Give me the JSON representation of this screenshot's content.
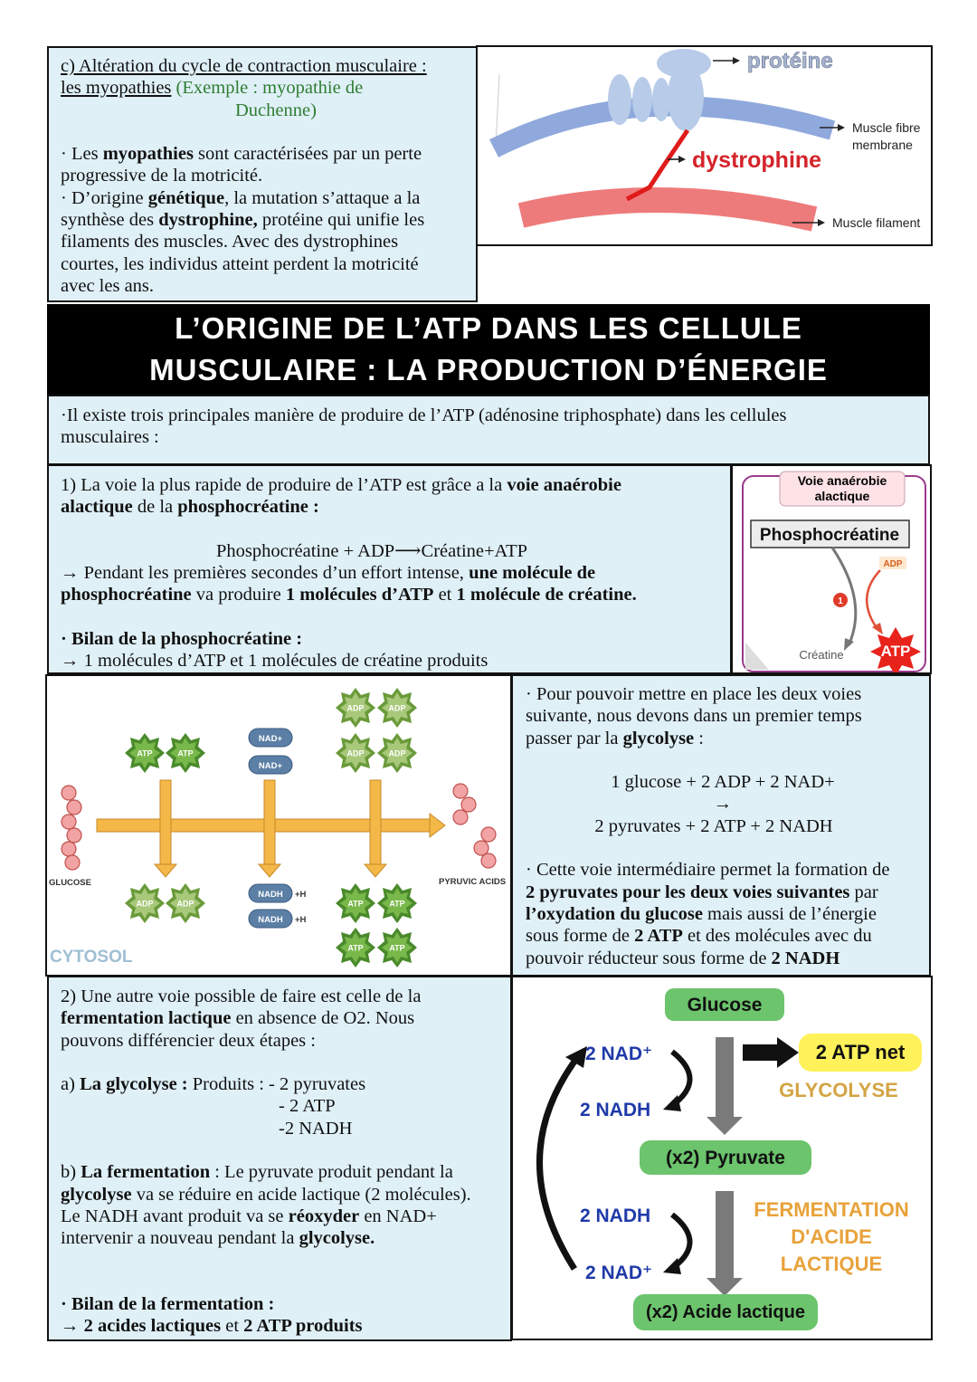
{
  "section_c": {
    "title": "c) Altération du cycle de contraction musculaire :",
    "title2": "les myopathies",
    "example": "(Exemple : myopathie de",
    "example2": "Duchenne)",
    "b1_pre": "· Les ",
    "b1_bold": "myopathies",
    "b1_post": " sont caractérisées par un perte",
    "b1_line2": "progressive de la motricité.",
    "b2_pre": "· D’origine ",
    "b2_bold": "génétique",
    "b2_post": ", la mutation s’attaque a la",
    "b2_l2_pre": "synthèse des ",
    "b2_l2_bold": "dystrophine,",
    "b2_l2_post": " protéine qui unifie les",
    "b2_l3": "filaments des muscles. Avec des dystrophines",
    "b2_l4": "courtes, les individus atteint perdent la motricité",
    "b2_l5": "avec les ans."
  },
  "diagram_membrane": {
    "protein_label": "protéine",
    "dystrophin_label": "dystrophine",
    "membrane_label_1": "Muscle fibre",
    "membrane_label_2": "membrane",
    "filament_label": "Muscle filament"
  },
  "banner": {
    "line1": "L’ORIGINE DE L’ATP DANS LES CELLULE",
    "line2": "MUSCULAIRE : LA PRODUCTION D’ÉNERGIE"
  },
  "intro": {
    "line1": "·Il existe trois principales manière de produire de l’ATP (adénosine triphosphate) dans les cellules",
    "line2": "musculaires :"
  },
  "section1": {
    "l1_pre": "1) La voie la plus rapide de produire de l’ATP est grâce a la ",
    "l1_bold": "voie anaérobie",
    "l2_bold": "alactique",
    "l2_mid": " de la ",
    "l2_bold2": "phosphocréatine :",
    "equation": "Phosphocréatine + ADP⟶Créatine+ATP",
    "l4_pre": "→ Pendant les premières secondes d’un effort intense, ",
    "l4_bold": "une molécule de",
    "l5_bold": "phosphocréatine",
    "l5_mid": " va produire ",
    "l5_bold2": "1 molécules d’ATP",
    "l5_mid2": " et ",
    "l5_bold3": "1 molécule de créatine.",
    "bilan_title": "· Bilan de la phosphocréatine :",
    "bilan_text": "→ 1 molécules d’ATP et 1 molécules de créatine produits"
  },
  "diagram_pcr": {
    "title1": "Voie anaérobie",
    "title2": "alactique",
    "phospho": "Phosphocréatine",
    "adp": "ADP",
    "step": "1",
    "creatine": "Créatine",
    "atp": "ATP"
  },
  "diagram_glycolysis": {
    "atp": "ATP",
    "adp": "ADP",
    "nad": "NAD+",
    "nadh": "NADH",
    "h": "+H",
    "glucose": "GLUCOSE",
    "pyruvic": "PYRUVIC ACIDS",
    "cytosol": "CYTOSOL"
  },
  "glycolysis_text": {
    "l1": "· Pour pouvoir mettre en place les deux voies",
    "l2": "suivante, nous devons dans un premier temps",
    "l3_pre": "passer par la ",
    "l3_bold": "glycolyse",
    "l3_post": " :",
    "eq1": "1 glucose + 2 ADP + 2 NAD+",
    "eq_arrow": "→",
    "eq2": "2 pyruvates + 2 ATP + 2 NADH",
    "p2_l1": "· Cette voie intermédiaire permet la formation de",
    "p2_l2_bold": "2 pyruvates pour les deux voies suivantes",
    "p2_l2_post": " par",
    "p2_l3_bold": "l’oxydation du glucose",
    "p2_l3_post": " mais aussi de l’énergie",
    "p2_l4_pre": "sous forme de ",
    "p2_l4_bold": "2 ATP",
    "p2_l4_post": " et des molécules avec du",
    "p2_l5_pre": "pouvoir réducteur sous forme de ",
    "p2_l5_bold": "2 NADH"
  },
  "section2": {
    "l1": "2) Une autre voie possible de faire est celle de la",
    "l2_bold": "fermentation lactique",
    "l2_post": " en absence de O2. Nous",
    "l3": "pouvons différencier deux étapes :",
    "a_pre": "a) ",
    "a_bold": "La glycolyse :",
    "a_post": " Produits : - 2 pyruvates",
    "a_l2": "- 2 ATP",
    "a_l3": "-2 NADH",
    "b_pre": "b) ",
    "b_bold": "La fermentation",
    "b_post": " : Le pyruvate produit pendant la",
    "b_l2_bold": "glycolyse",
    "b_l2_post": " va se réduire en acide lactique (2 molécules).",
    "b_l3_pre": "Le NADH avant produit va se ",
    "b_l3_bold": "réoxyder",
    "b_l3_post": " en NAD+",
    "b_l4_pre": "intervenir a nouveau pendant la ",
    "b_l4_bold": "glycolyse.",
    "bilan_title": "· Bilan de la fermentation :",
    "bilan_pre": "→ ",
    "bilan_bold": "2 acides lactiques",
    "bilan_mid": " et ",
    "bilan_bold2": "2 ATP produits"
  },
  "diagram_fermentation": {
    "glucose": "Glucose",
    "nad_plus_1": "2 NAD⁺",
    "nadh_1": "2 NADH",
    "atp_net": "2 ATP net",
    "glycolyse": "GLYCOLYSE",
    "pyruvate": "(x2) Pyruvate",
    "nadh_2": "2 NADH",
    "nad_plus_2": "2 NAD⁺",
    "ferm1": "FERMENTATION",
    "ferm2": "D'ACIDE",
    "ferm3": "LACTIQUE",
    "lactic": "(x2) Acide lactique"
  }
}
